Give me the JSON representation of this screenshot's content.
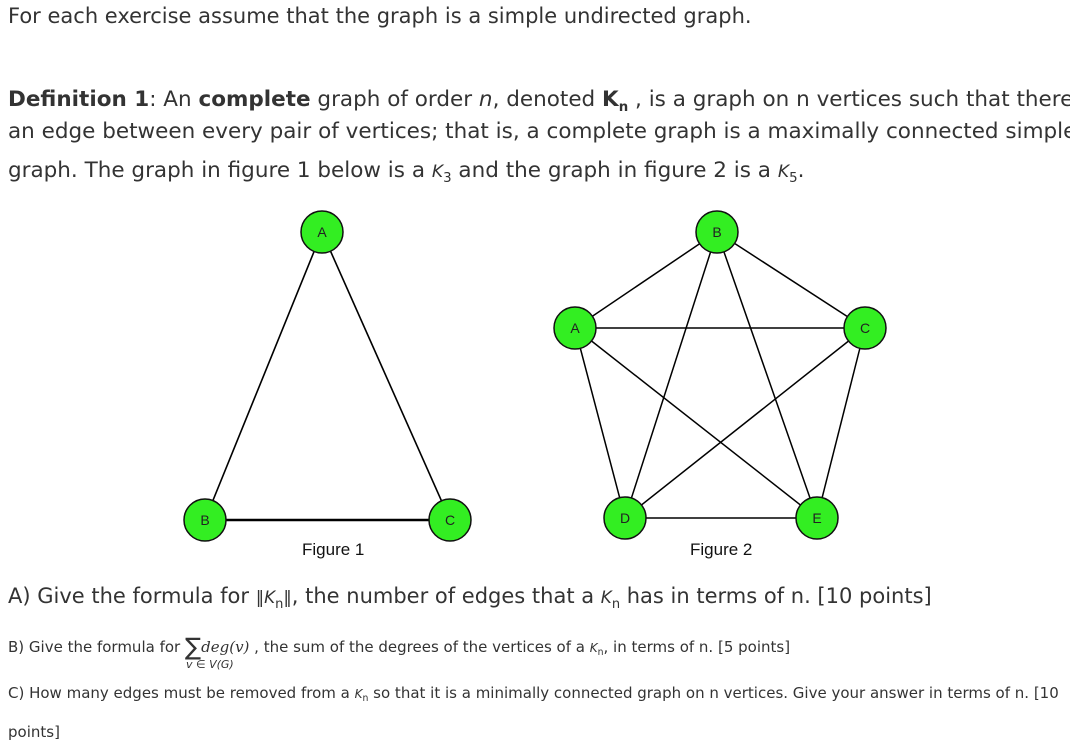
{
  "intro": "For each exercise assume that the graph is a simple undirected graph.",
  "definition": {
    "label": "Definition 1",
    "colon": ": An ",
    "keyword": "complete",
    "text_a": " graph of order ",
    "n": "n",
    "text_b": ", denoted ",
    "K": "K",
    "n_sub": "n",
    "text_c": " ,  is a graph on n vertices such that there is",
    "line2": "an edge between every pair of vertices; that is, a complete graph is a maximally connected simple",
    "line3_a": "graph. The graph in figure 1 below is a ",
    "k3_K": "K",
    "k3_sub": "3",
    "line3_b": " and the graph in figure 2 is a ",
    "k5_K": "K",
    "k5_sub": "5",
    "line3_c": "."
  },
  "figure1": {
    "caption": "Figure 1",
    "nodes": [
      "A",
      "B",
      "C"
    ]
  },
  "figure2": {
    "caption": "Figure 2",
    "nodes": [
      "A",
      "B",
      "C",
      "D",
      "E"
    ]
  },
  "node_color": "#33ee22",
  "questions": {
    "a_pre": "A) Give the formula for ",
    "a_norm_open": "‖",
    "a_K": "K",
    "a_sub": "n",
    "a_norm_close": "‖",
    "a_post": ", the number of edges that a ",
    "a_K2": "K",
    "a_sub2": "n",
    "a_end": " has in terms of n. [10 points]",
    "b_pre": "B) Give the formula for ",
    "b_sum": "∑",
    "b_deg": "deg(v)",
    "b_mid": " , the sum of the degrees of the vertices of a ",
    "b_K": "K",
    "b_sub": "n",
    "b_end": ", in terms of n. [5 points]",
    "b_under": "v ∈ V(G)",
    "c_pre": "C) How many edges must be removed from a ",
    "c_K": "K",
    "c_sub": "n",
    "c_end": " so that it is a minimally connected graph on n vertices. Give your answer in terms of n. [10",
    "c_line2": "points]"
  }
}
